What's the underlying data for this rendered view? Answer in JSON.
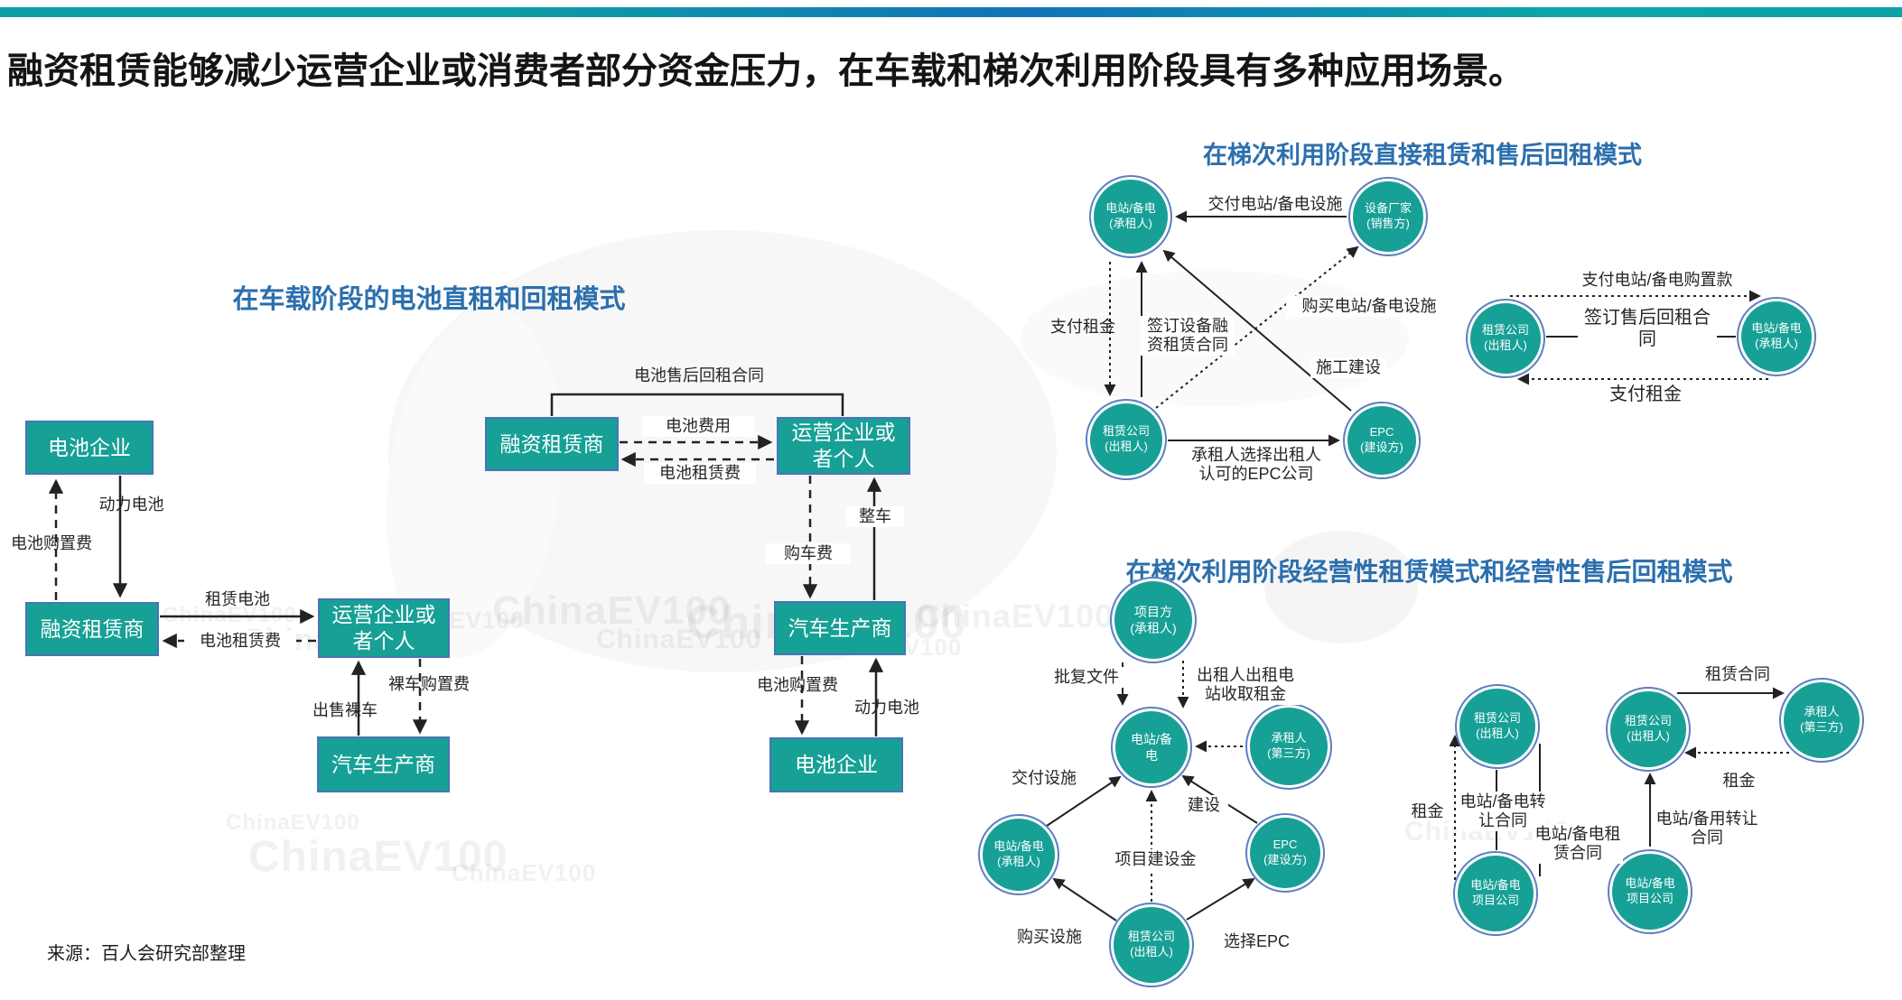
{
  "slide": {
    "title": "融资租赁能够减少运营企业或消费者部分资金压力，在车载和梯次利用阶段具有多种应用场景。",
    "source": "来源：百人会研究部整理",
    "watermark": "ChinaEV100",
    "accent_teal": "#17a096",
    "accent_blue": "#2c6fad",
    "node_border": "#4a74b8"
  },
  "vehicle": {
    "title": "在车载阶段的电池直租和回租模式",
    "nodes": {
      "battery_co": "电池企业",
      "lessor": "融资租赁商",
      "operator": "运营企业或者个人",
      "automaker": "汽车生产商",
      "lessor2": "融资租赁商",
      "operator2": "运营企业或者个人",
      "automaker2": "汽车生产商",
      "battery_co2": "电池企业"
    },
    "labels": {
      "power_battery": "动力电池",
      "battery_purchase_fee": "电池购置费",
      "lease_battery": "租赁电池",
      "battery_rental_fee": "电池租赁费",
      "sell_bare_car": "出售裸车",
      "bare_car_purchase_fee": "裸车购置费",
      "leaseback_contract": "电池售后回租合同",
      "battery_fee": "电池费用",
      "battery_rental_fee2": "电池租赁费",
      "whole_car": "整车",
      "car_purchase_fee": "购车费",
      "battery_purchase_fee2": "电池购置费",
      "power_battery2": "动力电池"
    }
  },
  "echelon_direct": {
    "title": "在梯次利用阶段直接租赁和售后回租模式",
    "nodes": {
      "station_lessee": "电站/备电\n(承租人)",
      "equipment_maker": "设备厂家\n(销售方)",
      "leasing_co": "租赁公司\n(出租人)",
      "epc": "EPC\n(建设方)",
      "leasing_co2": "租赁公司\n(出租人)",
      "station_lessee2": "电站/备电\n(承租人)"
    },
    "labels": {
      "deliver_station": "交付电站/备电设施",
      "pay_rent": "支付租金",
      "sign_finance_lease": "签订设备融资租赁合同",
      "buy_station": "购买电站/备电设施",
      "construction": "施工建设",
      "lessee_choose_epc": "承租人选择出租人认可的EPC公司",
      "pay_station_price": "支付电站/备电购置款",
      "sign_leaseback": "签订售后回租合同",
      "pay_rent_leaseback": "支付租金"
    }
  },
  "echelon_operating": {
    "title": "在梯次利用阶段经营性租赁模式和经营性售后回租模式",
    "nodes": {
      "project_lessee": "项目方\n(承租人)",
      "station": "电站/备\n电",
      "third_party": "承租人\n(第三方)",
      "station_lessee": "电站/备电\n(承租人)",
      "epc": "EPC\n(建设方)",
      "leasing_co": "租赁公司\n(出租人)",
      "leasing_co2": "租赁公司\n(出租人)",
      "project_co": "电站/备电\n项目公司",
      "leasing_co3": "租赁公司\n(出租人)",
      "third_party2": "承租人\n(第三方)",
      "project_co2": "电站/备电\n项目公司"
    },
    "labels": {
      "approval_doc": "批复文件",
      "lessor_rent": "出租人出租电站收取租金",
      "deliver_facility": "交付设施",
      "construction": "建设",
      "project_fund": "项目建设金",
      "buy_facility": "购买设施",
      "select_epc": "选择EPC",
      "rent_left": "租金",
      "station_transfer_contract": "电站/备电转让合同",
      "station_lease_contract": "电站/备电租赁合同",
      "lease_contract": "租赁合同",
      "rent_right": "租金",
      "backup_transfer_contract": "电站/备用转让合同"
    }
  }
}
